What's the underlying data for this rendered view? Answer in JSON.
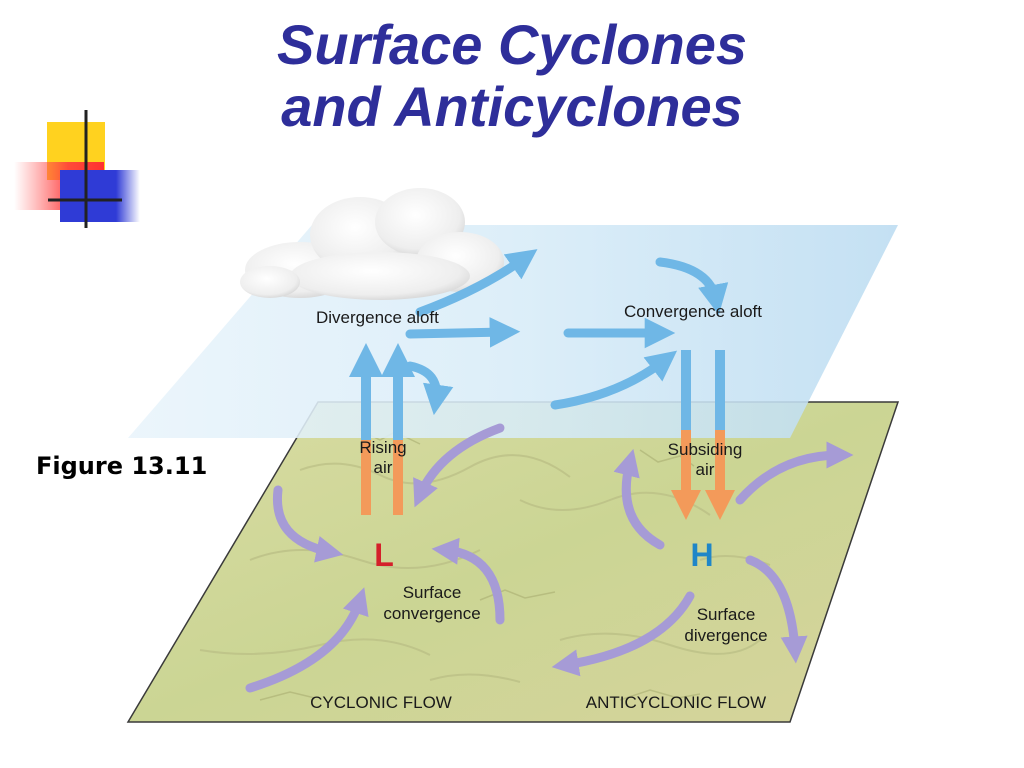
{
  "slide": {
    "title_line1": "Surface Cyclones",
    "title_line2": "and Anticyclones",
    "figure_label": "Figure 13.11"
  },
  "diagram": {
    "upper_left_label": "Divergence aloft",
    "upper_right_label": "Convergence aloft",
    "rising_line1": "Rising",
    "rising_line2": "air",
    "subsiding_line1": "Subsiding",
    "subsiding_line2": "air",
    "low_symbol": "L",
    "high_symbol": "H",
    "surface_convergence_line1": "Surface",
    "surface_convergence_line2": "convergence",
    "surface_divergence_line1": "Surface",
    "surface_divergence_line2": "divergence",
    "cyclonic_flow": "CYCLONIC FLOW",
    "anticyclonic_flow": "ANTICYCLONIC FLOW"
  },
  "colors": {
    "title": "#2e2e9a",
    "low": "#d4202a",
    "high": "#1f86c8",
    "upper_arrow": "#6fb7e6",
    "surface_arrow": "#a69bd6",
    "vertical_warm": "#f39a5a",
    "ground": "#cfd79a",
    "sky_plane": "#cde6f5"
  },
  "icons": [
    "cloud-icon",
    "color-block-logo"
  ]
}
